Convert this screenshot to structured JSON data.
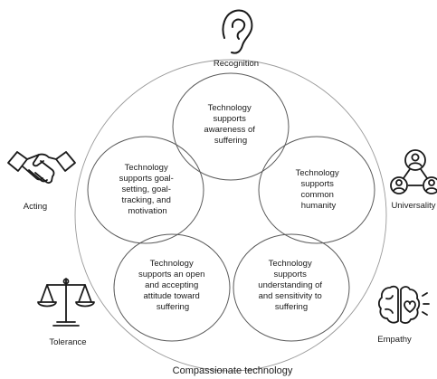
{
  "diagram": {
    "outer_label": "Compassionate technology",
    "petals": [
      {
        "id": "awareness",
        "lines": [
          "Technology",
          "supports",
          "awareness of",
          "suffering"
        ]
      },
      {
        "id": "common-humanity",
        "lines": [
          "Technology",
          "supports",
          "common",
          "humanity"
        ]
      },
      {
        "id": "understanding",
        "lines": [
          "Technology",
          "supports",
          "understanding of",
          "and sensitivity to",
          "suffering"
        ]
      },
      {
        "id": "open-attitude",
        "lines": [
          "Technology",
          "supports an open",
          "and accepting",
          "attitude toward",
          "suffering"
        ]
      },
      {
        "id": "goal-setting",
        "lines": [
          "Technology",
          "supports goal-",
          "setting, goal-",
          "tracking, and",
          "motivation"
        ]
      }
    ],
    "outer_items": [
      {
        "id": "recognition",
        "label": "Recognition",
        "icon": "ear-icon"
      },
      {
        "id": "universality",
        "label": "Universality",
        "icon": "network-people-icon"
      },
      {
        "id": "empathy",
        "label": "Empathy",
        "icon": "brain-heart-icon"
      },
      {
        "id": "tolerance",
        "label": "Tolerance",
        "icon": "balance-scale-icon"
      },
      {
        "id": "acting",
        "label": "Acting",
        "icon": "handshake-icon"
      }
    ]
  }
}
